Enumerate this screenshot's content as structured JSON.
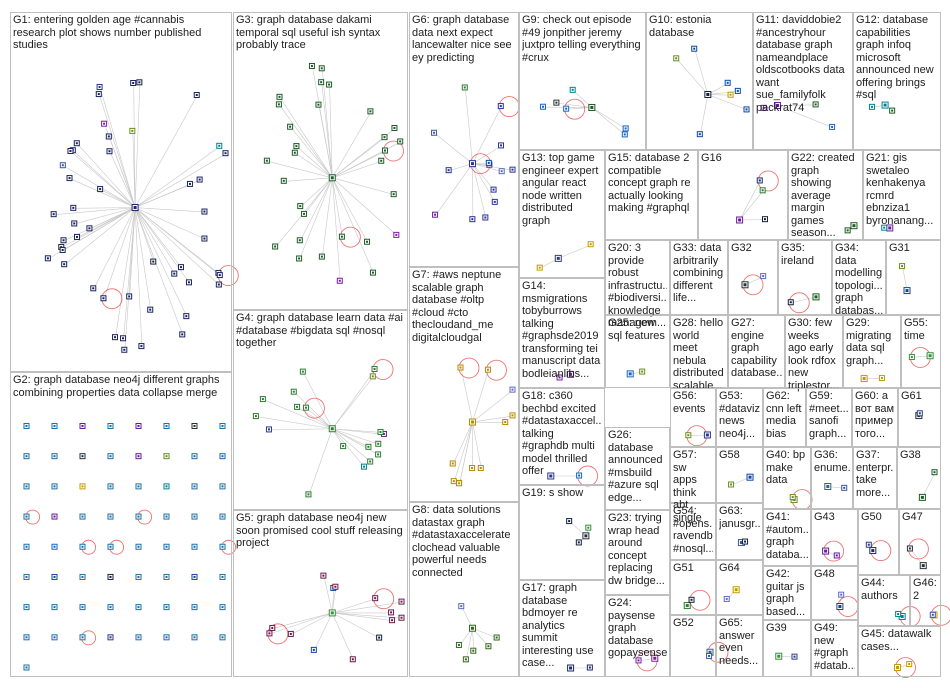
{
  "colors": {
    "edge": "#c8c8c8",
    "self_loop": "#e8504f",
    "border": "#bfbfbf",
    "text": "#202020"
  },
  "groups": [
    {
      "id": "G1",
      "label": "G1: entering golden age #cannabis research plot shows number published studies"
    },
    {
      "id": "G2",
      "label": "G2: graph database neo4j different graphs combining properties data collapse merge"
    },
    {
      "id": "G3",
      "label": "G3: graph database dakami temporal sql useful ish syntax probably trace"
    },
    {
      "id": "G4",
      "label": "G4: graph database learn data #ai #database #bigdata sql #nosql together"
    },
    {
      "id": "G5",
      "label": "G5: graph database neo4j new soon promised cool stuff releasing project"
    },
    {
      "id": "G6",
      "label": "G6: graph database data next expect lancewalter nice see ey predicting"
    },
    {
      "id": "G7",
      "label": "G7: #aws neptune scalable graph database #oltp #cloud #cto thecloudand_me digitalcloudgal"
    },
    {
      "id": "G8",
      "label": "G8: data solutions datastax graph #datastaxaccelerate clochead valuable powerful needs connected"
    },
    {
      "id": "G9",
      "label": "G9: check out episode #49 jonpither jeremy juxtpro telling everything #crux"
    },
    {
      "id": "G10",
      "label": "G10: estonia database"
    },
    {
      "id": "G11",
      "label": "G11: daviddobie2 #ancestryhour database graph nameandplace oldscotbooks data want sue_familyfolk packrat74"
    },
    {
      "id": "G12",
      "label": "G12: database capabilities graph infoq microsoft announced new offering brings #sql"
    },
    {
      "id": "G13",
      "label": "G13: top game engineer expert angular react node written distributed graph"
    },
    {
      "id": "G14",
      "label": "G14: msmigrations tobyburrows talking #graphsde2019 transforming tei manuscript data bodleianlibs..."
    },
    {
      "id": "G15",
      "label": "G15: database 2 compatible concept graph re actually looking making #graphql"
    },
    {
      "id": "G16",
      "label": "G16"
    },
    {
      "id": "G17",
      "label": "G17: graph database bdmoyer re analytics summit interesting use case..."
    },
    {
      "id": "G18",
      "label": "G18: c360 bechbd excited #datastaxaccel... talking #graphdb multi model thrilled offer"
    },
    {
      "id": "G19",
      "label": "G19: s show"
    },
    {
      "id": "G20",
      "label": "G20: 3 provide robust infrastructu... #biodiversi... knowledge managem..."
    },
    {
      "id": "G21",
      "label": "G21: gis swetaleo kenhakenya rcmrd ebnziza1 byronanang..."
    },
    {
      "id": "G22",
      "label": "G22: created graph showing average margin games season..."
    },
    {
      "id": "G23",
      "label": "G23: trying wrap head around concept replacing dw bridge..."
    },
    {
      "id": "G24",
      "label": "G24: paysense graph database gopaysense"
    },
    {
      "id": "G25",
      "label": "G25: new sql features"
    },
    {
      "id": "G26",
      "label": "G26: database announced #msbuild #azure sql edge..."
    },
    {
      "id": "G27",
      "label": "G27: engine graph capability database..."
    },
    {
      "id": "G28",
      "label": "G28: hello world meet nebula distributed scalable..."
    },
    {
      "id": "G29",
      "label": "G29: migrating data sql graph..."
    },
    {
      "id": "G30",
      "label": "G30: few weeks ago early look rdfox new triplestor..."
    },
    {
      "id": "G31",
      "label": "G31"
    },
    {
      "id": "G32",
      "label": "G32"
    },
    {
      "id": "G33",
      "label": "G33: data arbitrarily combining different life..."
    },
    {
      "id": "G34",
      "label": "G34: data modelling topologi... graph databas..."
    },
    {
      "id": "G35",
      "label": "G35: ireland"
    },
    {
      "id": "G36",
      "label": "G36: enume..."
    },
    {
      "id": "G37",
      "label": "G37: enterpr... take more..."
    },
    {
      "id": "G38",
      "label": "G38"
    },
    {
      "id": "G39",
      "label": "G39"
    },
    {
      "id": "G40",
      "label": "G40: bp make data"
    },
    {
      "id": "G41",
      "label": "G41: #autom... graph databa..."
    },
    {
      "id": "G42",
      "label": "G42: guitar js graph based..."
    },
    {
      "id": "G43",
      "label": "G43"
    },
    {
      "id": "G44",
      "label": "G44: authors"
    },
    {
      "id": "G45",
      "label": "G45: datawalk cases..."
    },
    {
      "id": "G46",
      "label": "G46: 2"
    },
    {
      "id": "G47",
      "label": "G47"
    },
    {
      "id": "G48",
      "label": "G48"
    },
    {
      "id": "G49",
      "label": "G49: new #graph #datab..."
    },
    {
      "id": "G50",
      "label": "G50"
    },
    {
      "id": "G51",
      "label": "G51"
    },
    {
      "id": "G52",
      "label": "G52"
    },
    {
      "id": "G53",
      "label": "G53: #dataviz news neo4j..."
    },
    {
      "id": "G54",
      "label": "G54: #opens... ravendb #nosql..."
    },
    {
      "id": "G55",
      "label": "G55: time"
    },
    {
      "id": "G56",
      "label": "G56: events"
    },
    {
      "id": "G57",
      "label": "G57: sw apps think abt single"
    },
    {
      "id": "G58",
      "label": "G58"
    },
    {
      "id": "G59",
      "label": "G59: #meet... sanofi graph..."
    },
    {
      "id": "G60",
      "label": "G60: а вот вам пример того..."
    },
    {
      "id": "G61",
      "label": "G61"
    },
    {
      "id": "G62",
      "label": "G62: cnn left media bias"
    },
    {
      "id": "G63",
      "label": "G63: janusgr..."
    },
    {
      "id": "G64",
      "label": "G64"
    },
    {
      "id": "G65",
      "label": "G65: answer even needs..."
    }
  ]
}
